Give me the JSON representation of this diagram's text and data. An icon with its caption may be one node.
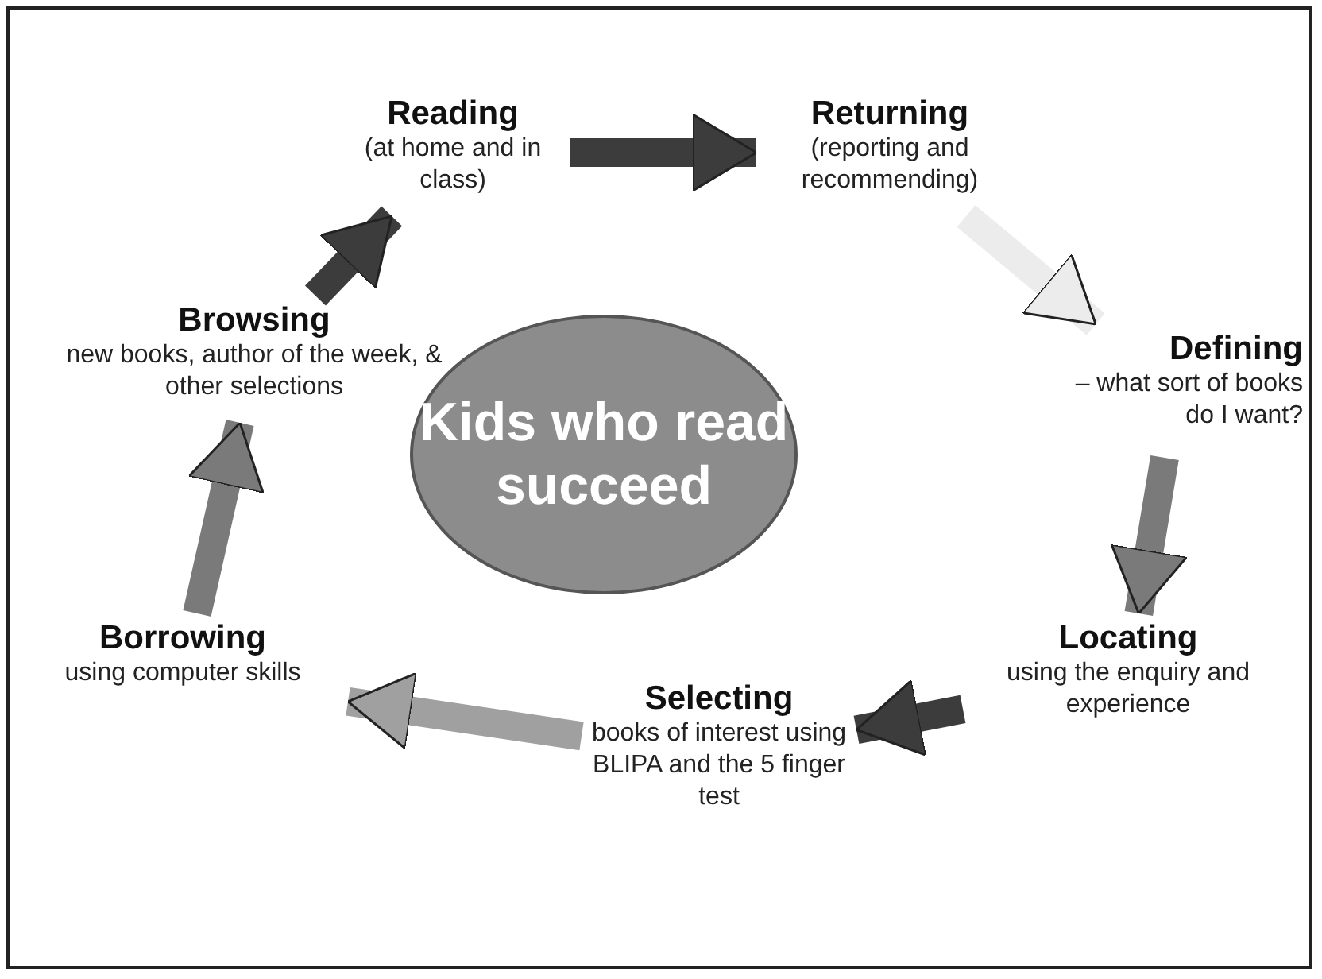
{
  "diagram": {
    "nodes": [
      {
        "text": [
          "Reading",
          "(at home and in class)"
        ]
      },
      {
        "text": [
          "Returning",
          "(reporting and recommending)"
        ]
      },
      {
        "text": [
          "Defining",
          "– what sort of books do I want?"
        ]
      },
      {
        "text": [
          "Locating",
          "using the enquiry and experience"
        ]
      },
      {
        "text": [
          "Selecting",
          "books of interest using BLIPA and the 5 finger test"
        ]
      },
      {
        "text": [
          "Borrowing",
          "using computer skills"
        ]
      },
      {
        "text": [
          "Browsing",
          "new books, author of the week, & other selections"
        ]
      },
      {
        "text": [
          "Kids who read succeed"
        ]
      }
    ],
    "edges": [
      {
        "from": 0,
        "to": 1,
        "arrow": "to"
      },
      {
        "from": 1,
        "to": 2,
        "arrow": "to",
        "color": "#ececec"
      },
      {
        "from": 2,
        "to": 3,
        "arrow": "to",
        "color": "#7a7a7a"
      },
      {
        "from": 3,
        "to": 4,
        "arrow": "to"
      },
      {
        "from": 4,
        "to": 5,
        "arrow": "to",
        "color": "#a0a0a0"
      },
      {
        "from": 5,
        "to": 6,
        "arrow": "to",
        "color": "#7a7a7a"
      },
      {
        "from": 6,
        "to": 0,
        "arrow": "to"
      }
    ]
  }
}
